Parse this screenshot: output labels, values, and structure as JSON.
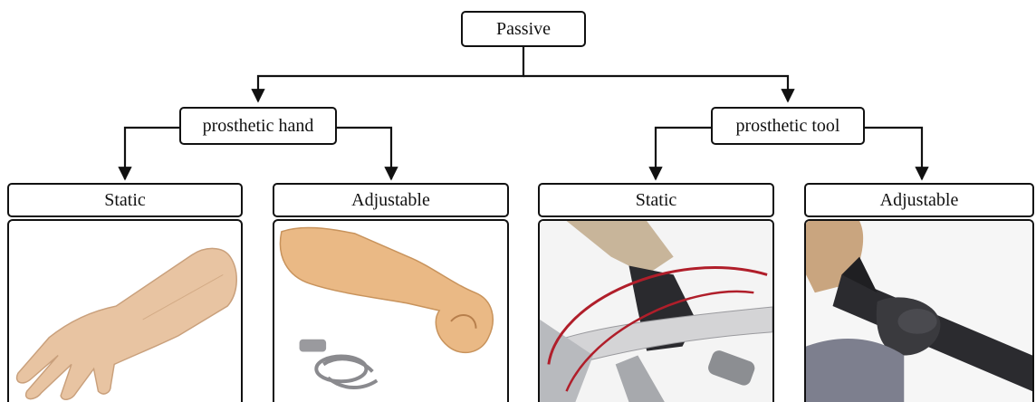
{
  "root": {
    "label": "Passive"
  },
  "branches": [
    {
      "label": "prosthetic hand",
      "children": [
        {
          "label": "Static",
          "image": "static-cosmetic-hand"
        },
        {
          "label": "Adjustable",
          "image": "adjustable-hand-with-grip-mechanism"
        }
      ]
    },
    {
      "label": "prosthetic tool",
      "children": [
        {
          "label": "Static",
          "image": "bicycle-handlebar-tool"
        },
        {
          "label": "Adjustable",
          "image": "adjustable-handlebar-clamp-tool"
        }
      ]
    }
  ],
  "colors": {
    "stroke": "#111111",
    "skin": "#e9c7a4",
    "prosthesis": "#e9b884",
    "dark": "#2a2a2e"
  }
}
